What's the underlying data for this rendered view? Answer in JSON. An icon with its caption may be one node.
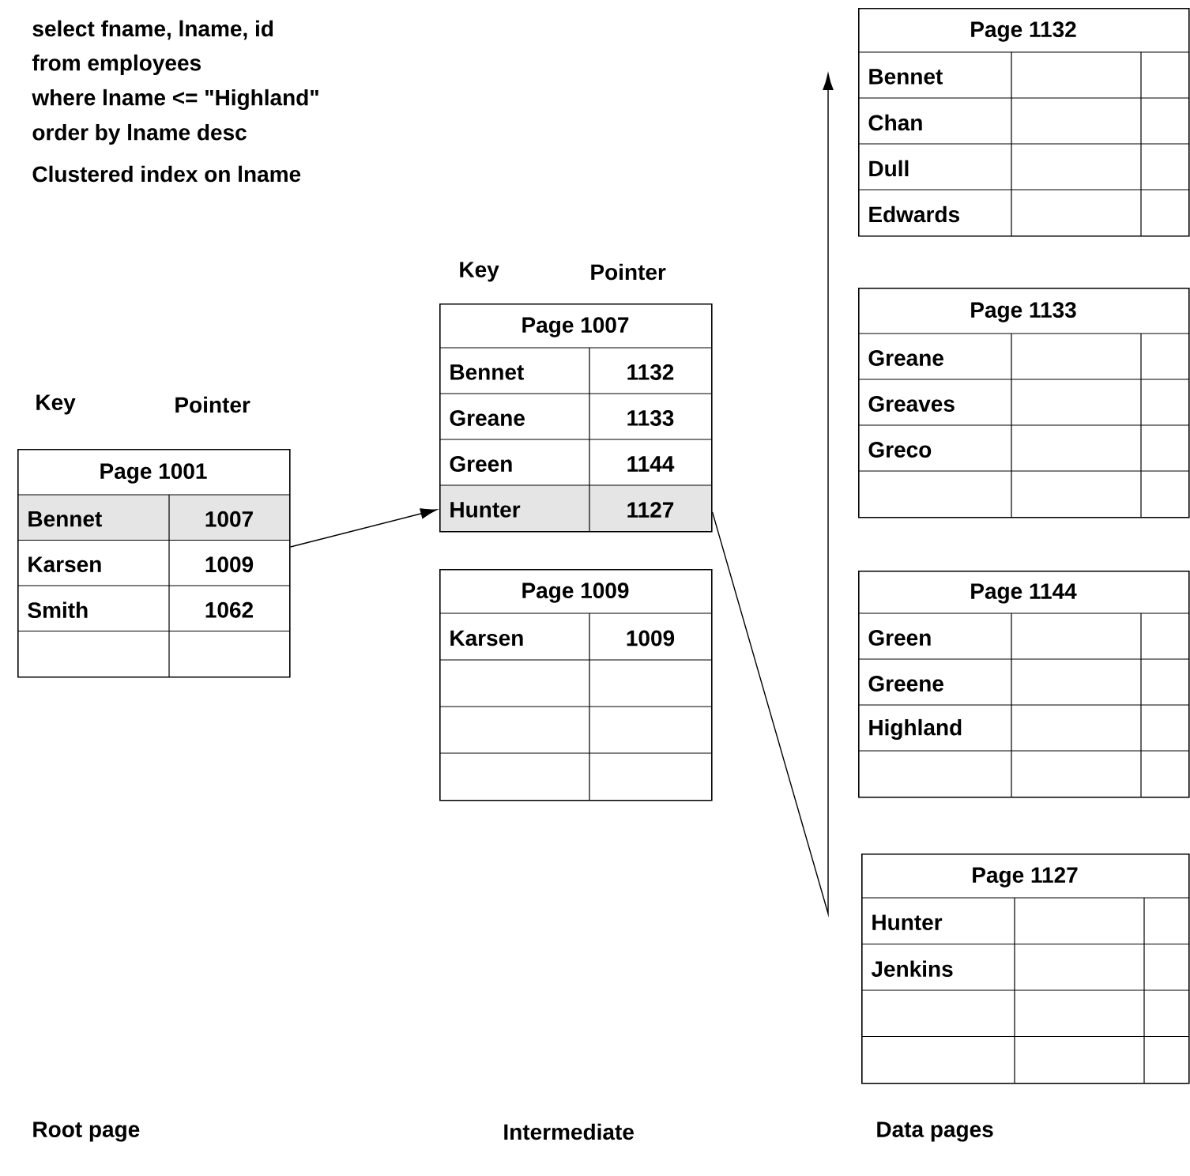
{
  "diagram": {
    "nodes": [
      {
        "text": [
          "Page 1001",
          "Bennet",
          "1007",
          "Karsen",
          "1009",
          "Smith",
          "1062"
        ]
      },
      {
        "text": [
          "Page 1007",
          "Bennet",
          "1132",
          "Greane",
          "1133",
          "Green",
          "1144",
          "Hunter",
          "1127"
        ]
      },
      {
        "text": [
          "Page 1009",
          "Karsen",
          "1009"
        ]
      },
      {
        "text": [
          "Page 1132",
          "Bennet",
          "Chan",
          "Dull",
          "Edwards"
        ]
      },
      {
        "text": [
          "Page 1133",
          "Greane",
          "Greaves",
          "Greco"
        ]
      },
      {
        "text": [
          "Page 1144",
          "Green",
          "Greene",
          "Highland"
        ]
      },
      {
        "text": [
          "Page 1127",
          "Hunter",
          "Jenkins"
        ]
      }
    ],
    "edges": [
      {
        "from": 0,
        "to": 1,
        "arrow": "to"
      },
      {
        "from": 1,
        "to": null,
        "arrow": "to"
      }
    ],
    "labels": [
      "select fname, lname, id",
      "from employees",
      "where lname <= \"Highland\"",
      "order by lname desc",
      "Clustered index on lname",
      "Key",
      "Pointer",
      "Key",
      "Pointer",
      "Root page",
      "Intermediate",
      "Data pages"
    ]
  }
}
